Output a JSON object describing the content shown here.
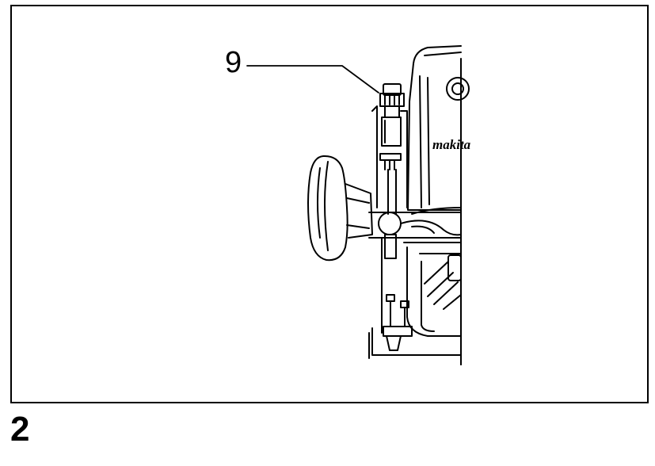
{
  "figure": {
    "callout_label": "9",
    "brand_text": "makita",
    "figure_number": "2"
  },
  "colors": {
    "ink": "#000000",
    "paper": "#ffffff"
  }
}
